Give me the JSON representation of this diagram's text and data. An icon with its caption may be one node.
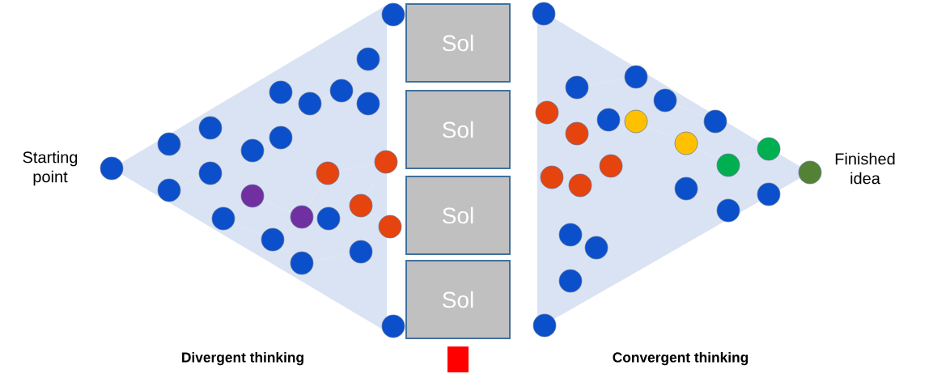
{
  "diagram": {
    "nodes": [
      {
        "text": [
          "Sol"
        ]
      },
      {
        "text": [
          "Sol"
        ]
      },
      {
        "text": [
          "Sol"
        ]
      },
      {
        "text": [
          "Sol"
        ]
      }
    ],
    "labels": [
      "Starting point",
      "Finished idea",
      "Divergent thinking",
      "Convergent thinking"
    ]
  }
}
